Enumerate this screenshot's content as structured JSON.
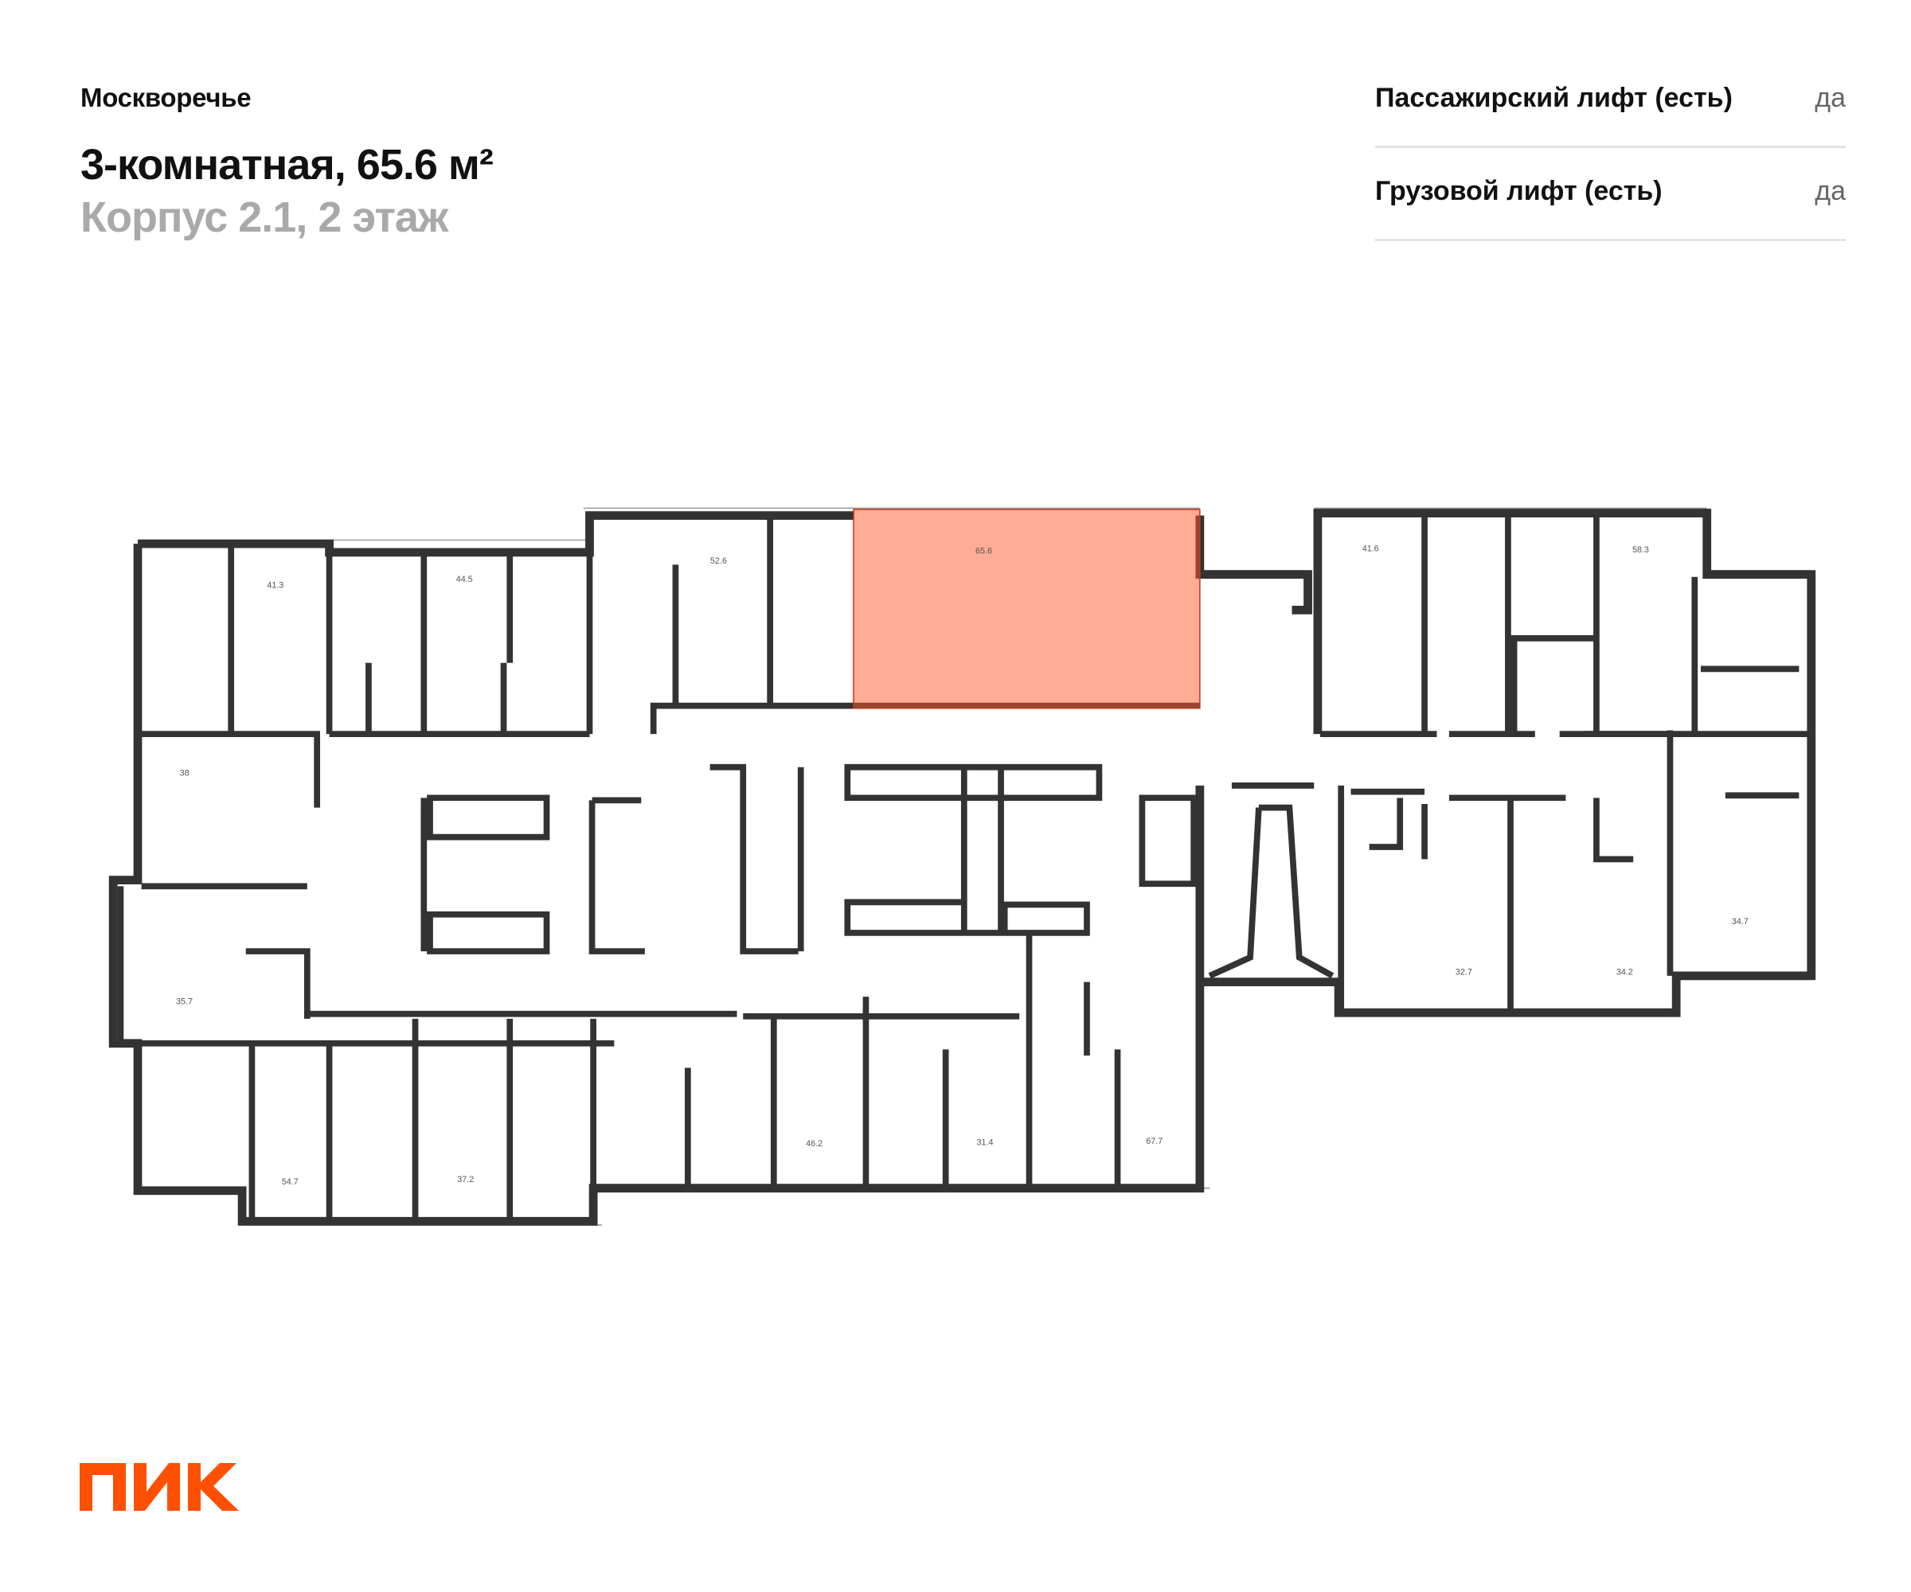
{
  "header": {
    "project": "Москворечье",
    "title": "3-комнатная, 65.6 м²",
    "subtitle": "Корпус 2.1, 2 этаж"
  },
  "specs": [
    {
      "label": "Пассажирский лифт (есть)",
      "value": "да"
    },
    {
      "label": "Грузовой лифт (есть)",
      "value": "да"
    }
  ],
  "plan": {
    "highlight_color": "#ff5a2e",
    "selected_area": "65.6",
    "apartments": [
      "41.3",
      "44.5",
      "52.6",
      "65.6",
      "41.6",
      "58.3",
      "38",
      "35.7",
      "54.7",
      "37.2",
      "46.2",
      "31.4",
      "67.7",
      "32.7",
      "34.2",
      "34.7"
    ]
  },
  "logo": {
    "text": "ПИК",
    "color": "#ff4f00"
  }
}
